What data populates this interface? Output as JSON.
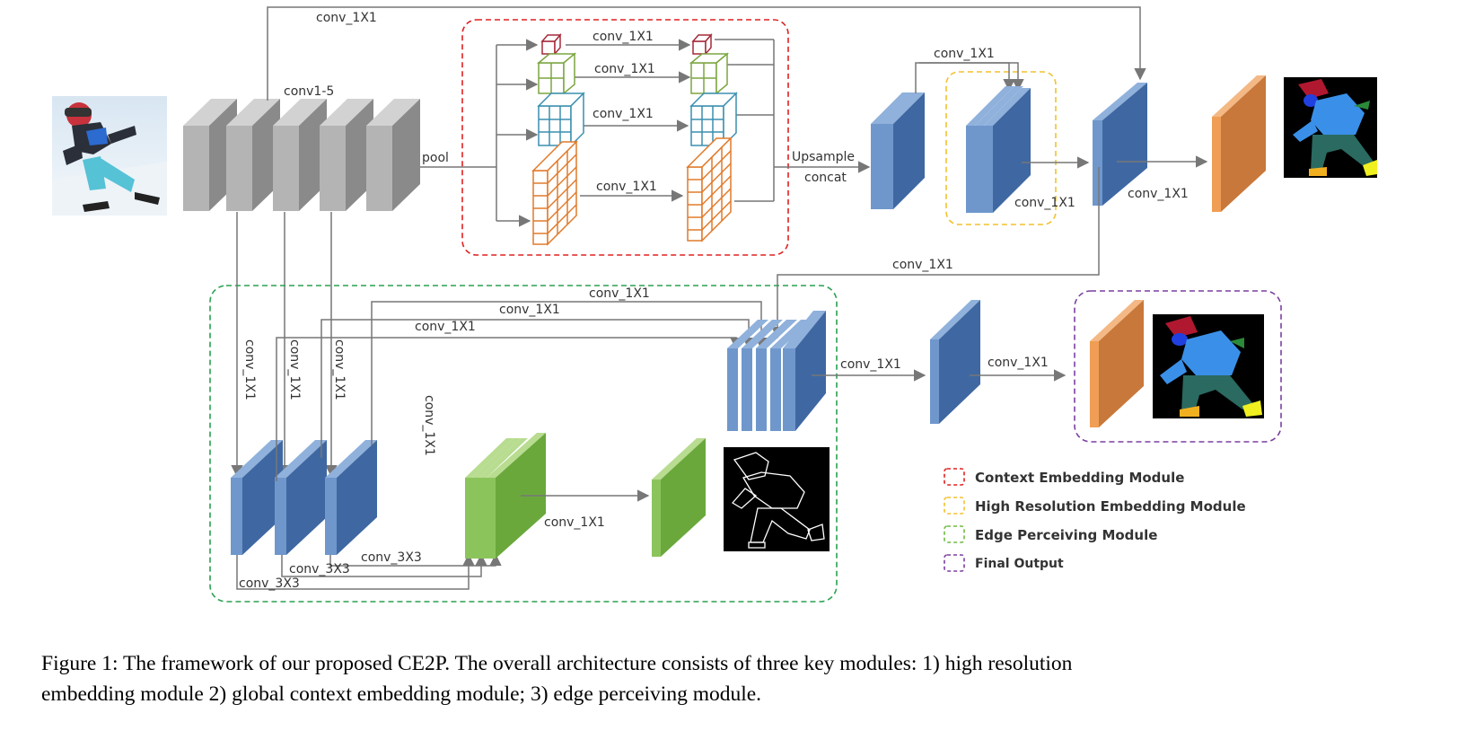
{
  "labels": {
    "conv15": "conv1-5",
    "pool": "pool",
    "upsample": "Upsample",
    "concat": "concat",
    "conv1x1": "conv_1X1",
    "conv3x3": "conv_3X3"
  },
  "legend": [
    {
      "label": "Context Embedding Module",
      "color": "#e02020"
    },
    {
      "label": "High Resolution Embedding Module",
      "color": "#f2c12e"
    },
    {
      "label": "Edge Perceiving Module",
      "color": "#70b840"
    },
    {
      "label": "Final Output",
      "color": "#7a3fa0"
    }
  ],
  "caption": {
    "line1": "Figure 1: The framework of our proposed CE2P. The overall architecture consists of three key modules: 1) high resolution",
    "line2": "embedding module 2) global context embedding module; 3) edge perceiving module."
  }
}
